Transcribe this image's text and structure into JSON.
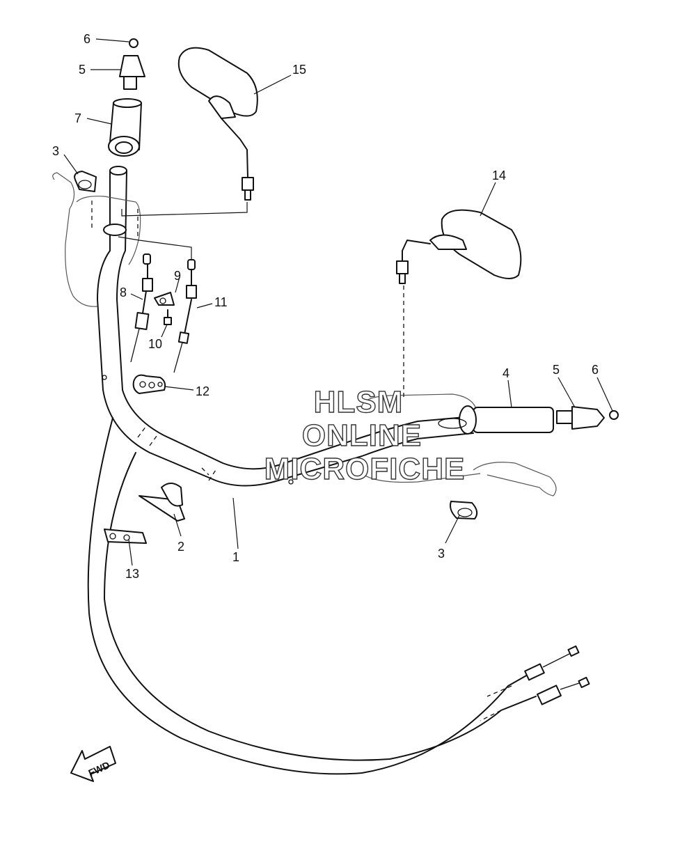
{
  "callouts": {
    "c1": "1",
    "c2": "2",
    "c3a": "3",
    "c3b": "3",
    "c4": "4",
    "c5a": "5",
    "c5b": "5",
    "c6a": "6",
    "c6b": "6",
    "c7": "7",
    "c8": "8",
    "c9": "9",
    "c10": "10",
    "c11": "11",
    "c12": "12",
    "c13": "13",
    "c14": "14",
    "c15": "15"
  },
  "watermark": {
    "line1": "HLSM",
    "line2": "ONLINE",
    "line3": "MICROFICHE"
  },
  "direction_arrow": {
    "label": "FWD"
  }
}
